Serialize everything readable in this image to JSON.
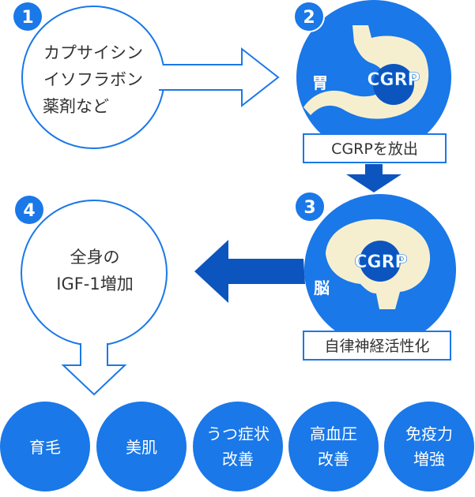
{
  "colors": {
    "blue": "#1a78e8",
    "dark_blue": "#0c55bf",
    "cream": "#f6efcf",
    "white": "#ffffff",
    "text_dark": "#333333"
  },
  "steps": [
    {
      "number": "1",
      "lines": [
        "カプサイシン",
        "イソフラボン",
        "薬剤など"
      ]
    },
    {
      "number": "2",
      "organ": "胃",
      "badge": "CGRP",
      "caption": "CGRPを放出"
    },
    {
      "number": "3",
      "organ": "脳",
      "badge": "CGRP",
      "caption": "自律神経活性化"
    },
    {
      "number": "4",
      "lines": [
        "全身の",
        "IGF-1増加"
      ]
    }
  ],
  "effects": [
    {
      "lines": [
        "育毛"
      ]
    },
    {
      "lines": [
        "美肌"
      ]
    },
    {
      "lines": [
        "うつ症状",
        "改善"
      ]
    },
    {
      "lines": [
        "高血圧",
        "改善"
      ]
    },
    {
      "lines": [
        "免疫力",
        "増強"
      ]
    }
  ]
}
